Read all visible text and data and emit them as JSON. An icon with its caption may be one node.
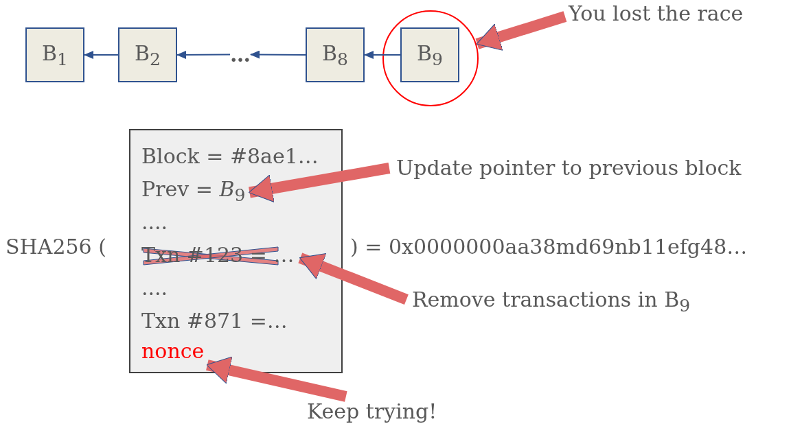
{
  "diagram": {
    "nodes": [
      {
        "text": [
          "B$_{1}$"
        ]
      },
      {
        "text": [
          "B$_{2}$"
        ]
      },
      {
        "text": [
          "…"
        ]
      },
      {
        "text": [
          "B$_{8}$"
        ]
      },
      {
        "text": [],
        "shape": "circle"
      },
      {
        "text": [
          "B$_{9}$"
        ],
        "in": 4
      },
      {
        "text": [
          "You lost the race"
        ]
      },
      {
        "text": [],
        "shape": "box"
      },
      {
        "text": [
          "Block = #8ae1…"
        ],
        "in": 7
      },
      {
        "text": [
          "Prev = *B*$_{9}$"
        ],
        "in": 7
      },
      {
        "text": [
          "...."
        ],
        "in": 7
      },
      {
        "text": [
          "Txn #123 = …"
        ],
        "in": 7
      },
      {
        "text": [
          "...."
        ],
        "in": 7
      },
      {
        "text": [
          "Txn #871 =…"
        ],
        "in": 7
      },
      {
        "text": [
          "nonce"
        ],
        "in": 7
      },
      {
        "text": [
          "Update pointer to previous block"
        ]
      },
      {
        "text": [
          "Remove transactions in B$_{9}$"
        ]
      },
      {
        "text": [
          "Keep trying!"
        ]
      }
    ],
    "edges": [
      {
        "from": 1,
        "to": 0,
        "arrow": "to"
      },
      {
        "from": 2,
        "to": 1,
        "arrow": "to"
      },
      {
        "from": 3,
        "to": 2,
        "arrow": "to"
      },
      {
        "from": 5,
        "to": 3,
        "arrow": "to"
      },
      {
        "from": 6,
        "to": 4,
        "arrow": "to",
        "style": "thick",
        "color": "#e06666"
      },
      {
        "from": 15,
        "to": 9,
        "arrow": "to",
        "style": "thick",
        "color": "#e06666"
      },
      {
        "from": 16,
        "to": 11,
        "arrow": "to",
        "style": "thick",
        "color": "#e06666"
      },
      {
        "from": 17,
        "to": 14,
        "arrow": "to",
        "style": "thick",
        "color": "#e06666"
      }
    ],
    "labels": [
      "SHA256 (",
      ") = 0x0000000aa38md69nb11efg48…"
    ]
  }
}
